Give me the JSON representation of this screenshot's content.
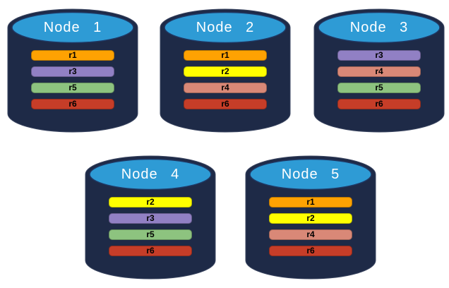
{
  "diagram": {
    "description": "Five database node cylinders holding replica partitions"
  },
  "palette": {
    "cylinder_body": "#1E2A47",
    "cylinder_outline": "#3A4560",
    "cylinder_top": "#2E9BD5",
    "cylinder_top_outline": "#1F3864",
    "title_color": "#FFFFFF",
    "bar_text_color": "#000000",
    "page_bg": "#FFFFFF"
  },
  "replica_colors": {
    "r1": "#FFA202",
    "r2": "#FFFF00",
    "r3": "#9180C4",
    "r4": "#D98877",
    "r5": "#8DC37F",
    "r6": "#C63D28"
  },
  "nodes": [
    {
      "title": "Node 1",
      "replicas": [
        "r1",
        "r3",
        "r5",
        "r6"
      ]
    },
    {
      "title": "Node 2",
      "replicas": [
        "r1",
        "r2",
        "r4",
        "r6"
      ]
    },
    {
      "title": "Node 3",
      "replicas": [
        "r3",
        "r4",
        "r5",
        "r6"
      ]
    },
    {
      "title": "Node 4",
      "replicas": [
        "r2",
        "r3",
        "r5",
        "r6"
      ]
    },
    {
      "title": "Node 5",
      "replicas": [
        "r1",
        "r2",
        "r4",
        "r6"
      ]
    }
  ]
}
